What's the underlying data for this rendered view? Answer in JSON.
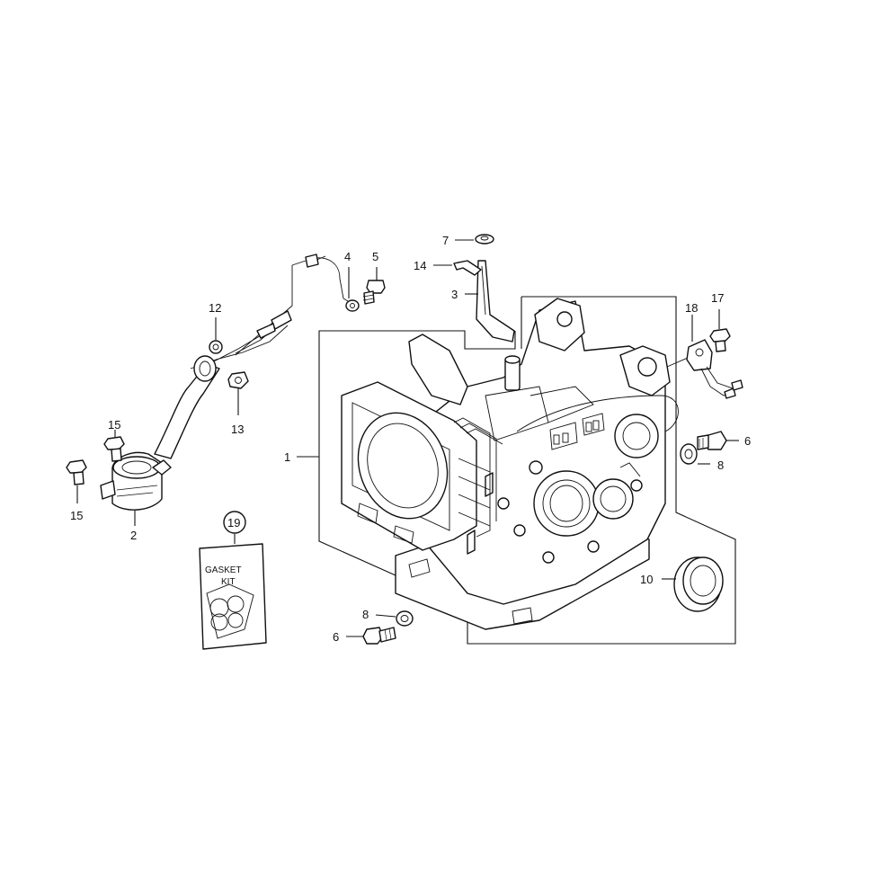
{
  "diagram": {
    "callouts": {
      "c1": "1",
      "c2": "2",
      "c3": "3",
      "c4": "4",
      "c5": "5",
      "c6a": "6",
      "c6b": "6",
      "c7": "7",
      "c8a": "8",
      "c8b": "8",
      "c10": "10",
      "c12": "12",
      "c13": "13",
      "c14": "14",
      "c15a": "15",
      "c15b": "15",
      "c17": "17",
      "c18": "18",
      "c19": "19"
    },
    "gasket_kit": {
      "line1": "GASKET",
      "line2": "KIT"
    }
  }
}
